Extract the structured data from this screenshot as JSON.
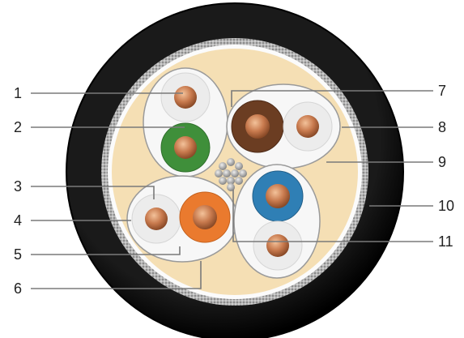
{
  "callouts": {
    "c1": "1",
    "c2": "2",
    "c3": "3",
    "c4": "4",
    "c5": "5",
    "c6": "6",
    "c7": "7",
    "c8": "8",
    "c9": "9",
    "c10": "10",
    "c11": "11"
  },
  "colors": {
    "jacket": "#121212",
    "braid": "#9a9a9a",
    "filler": "#f5dfb4",
    "pair_wrap": "#f7f7f7",
    "copper": "#c87a4e",
    "green": "#3f8f3a",
    "brown": "#6b3d22",
    "orange": "#ea7a2e",
    "blue": "#2f7fb5",
    "white_insulation": "#ececec",
    "drain_wires": "#a9a9a9",
    "leader_line": "#7a7a7a"
  }
}
